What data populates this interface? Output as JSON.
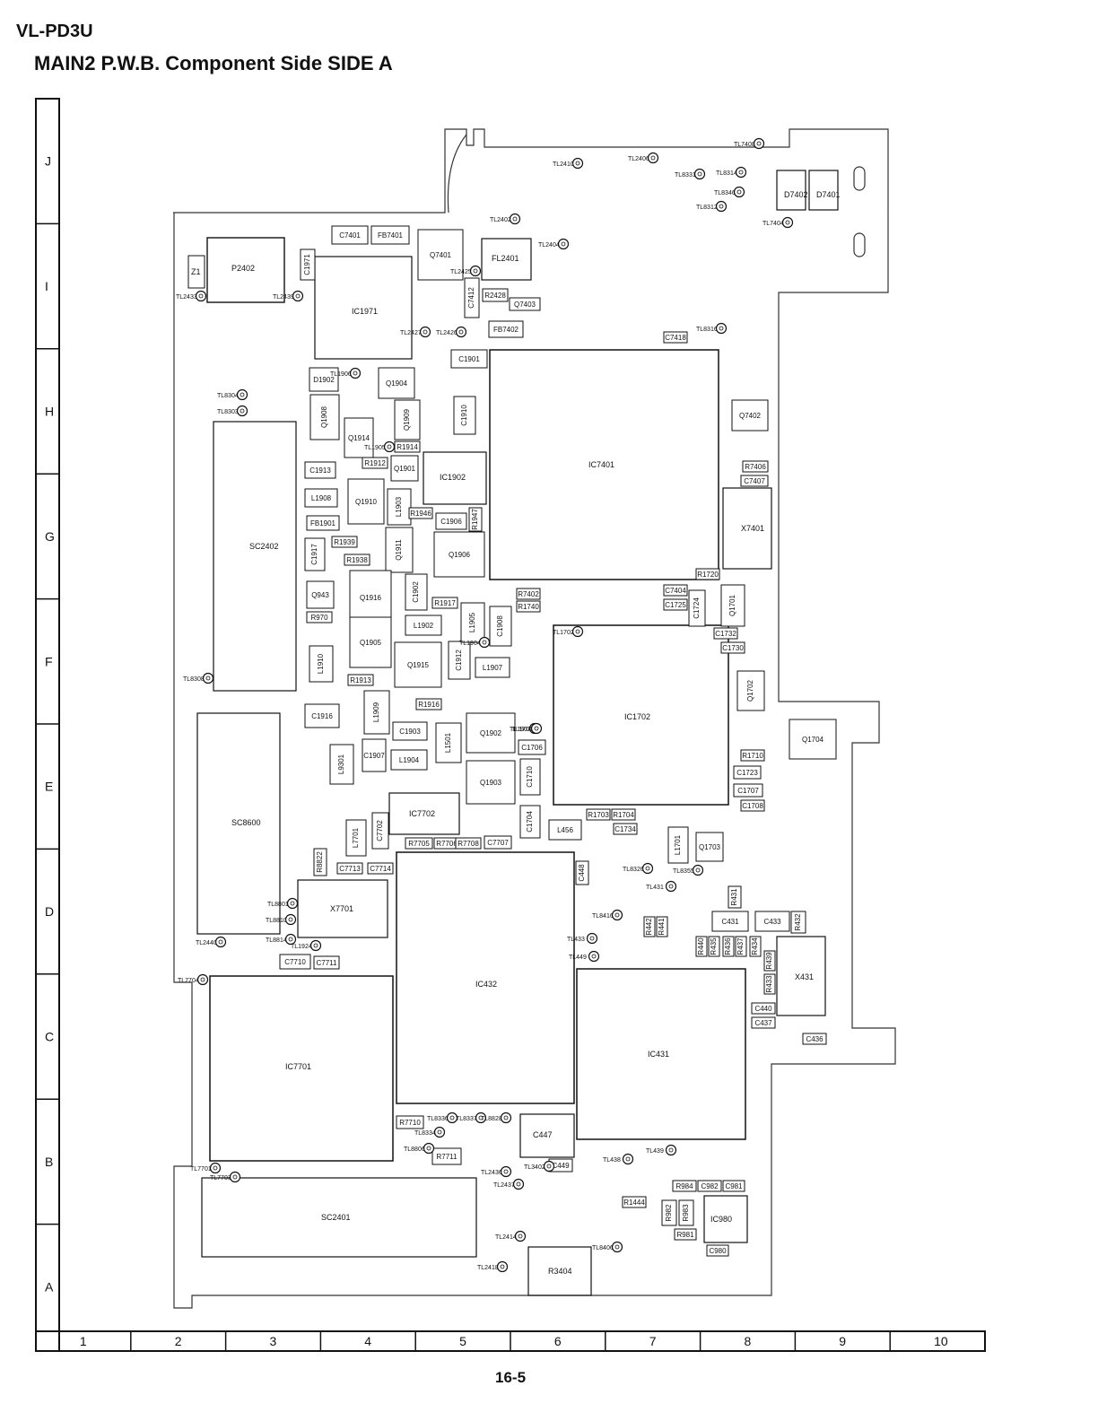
{
  "header": {
    "model": "VL-PD3U",
    "subtitle": "MAIN2 P.W.B.   Component Side SIDE A"
  },
  "grid": {
    "rows": [
      "J",
      "I",
      "H",
      "G",
      "F",
      "E",
      "D",
      "C",
      "B",
      "A"
    ],
    "columns": [
      "1",
      "2",
      "3",
      "4",
      "5",
      "6",
      "7",
      "8",
      "9",
      "10"
    ]
  },
  "footer": {
    "page": "16-5"
  },
  "components": {
    "ic7401": "IC7401",
    "ic1702": "IC1702",
    "ic432": "IC432",
    "ic431": "IC431",
    "ic7701": "IC7701",
    "ic1971": "IC1971",
    "ic7702": "IC7702",
    "ic1902": "IC1902",
    "ic980": "IC980",
    "sc2402": "SC2402",
    "sc8600": "SC8600",
    "sc2401": "SC2401",
    "x7701": "X7701",
    "x7401": "X7401",
    "x431": "X431",
    "p2402": "P2402",
    "z1": "Z1",
    "fl2401": "FL2401",
    "q7401": "Q7401",
    "q7402": "Q7402",
    "q1704": "Q1704",
    "q1702": "Q1702",
    "q1701": "Q1701",
    "q1703": "Q1703",
    "q1902": "Q1902",
    "q1903": "Q1903",
    "q1906": "Q1906",
    "q1904": "Q1904",
    "q1901": "Q1901",
    "q1908": "Q1908",
    "q1909": "Q1909",
    "q1910": "Q1910",
    "q1911": "Q1911",
    "q1914": "Q1914",
    "q1915": "Q1915",
    "q1916": "Q1916",
    "q1905": "Q1905",
    "q943": "Q943",
    "q7403": "Q7403",
    "c7401": "C7401",
    "fb7401": "FB7401",
    "fb7402": "FB7402",
    "fb1901": "FB1901",
    "c1901": "C1901",
    "c1906": "C1906",
    "c1913": "C1913",
    "c1916": "C1916",
    "c1903": "C1903",
    "c1907": "C1907",
    "c1910": "C1910",
    "c1908": "C1908",
    "c1902": "C1902",
    "c1912": "C1912",
    "c1917": "C1917",
    "c1971": "C1971",
    "c431": "C431",
    "c433": "C433",
    "c447": "C447",
    "c449": "C449",
    "c436": "C436",
    "c440": "C440",
    "c437": "C437",
    "c448": "C448",
    "c7710": "C7710",
    "c7711": "C7711",
    "c7713": "C7713",
    "c7714": "C7714",
    "c7702": "C7702",
    "c7707": "C7707",
    "c7412": "C7412",
    "c1704": "C1704",
    "c1706": "C1706",
    "c1707": "C1707",
    "c1708": "C1708",
    "c1710": "C1710",
    "c1723": "C1723",
    "c1724": "C1724",
    "c1725": "C1725",
    "c1730": "C1730",
    "c1732": "C1732",
    "c1734": "C1734",
    "c7404": "C7404",
    "c7418": "C7418",
    "c7407": "C7407",
    "c980": "C980",
    "c981": "C981",
    "c982": "C982",
    "l1902": "L1902",
    "l1903": "L1903",
    "l1904": "L1904",
    "l1905": "L1905",
    "l1907": "L1907",
    "l1908": "L1908",
    "l1909": "L1909",
    "l1910": "L1910",
    "l1501": "L1501",
    "l9301": "L9301",
    "l7701": "L7701",
    "l1701": "L1701",
    "l456": "L456",
    "d1902": "D1902",
    "d7402": "D7402",
    "d7401": "D7401",
    "r3404": "R3404",
    "r7710": "R7710",
    "r7711": "R7711",
    "r1912": "R1912",
    "r1913": "R1913",
    "r1914": "R1914",
    "r1917": "R1917",
    "r1916": "R1916",
    "r1938": "R1938",
    "r1939": "R1939",
    "r1946": "R1946",
    "r1947": "R1947",
    "r970": "R970",
    "r8822": "R8822",
    "r1720": "R1720",
    "r1740": "R1740",
    "r7402": "R7402",
    "r7406": "R7406",
    "r7705": "R7705",
    "r7706": "R7706",
    "r7708": "R7708",
    "r2428": "R2428",
    "r984": "R984",
    "r981": "R981",
    "r982": "R982",
    "r983": "R983",
    "r431": "R431",
    "r432": "R432",
    "r433": "R433",
    "r439": "R439",
    "r440": "R440",
    "r435": "R435",
    "r436": "R436",
    "r437": "R437",
    "r434": "R434",
    "r441": "R441",
    "r442": "R442",
    "r1444": "R1444",
    "r1703": "R1703",
    "r1704": "R1704",
    "r1710": "R1710"
  },
  "testpoints": {
    "tl7408": "TL7408",
    "tl2410": "TL2410",
    "tl2402": "TL2402",
    "tl2406": "TL2406",
    "tl2404": "TL2404",
    "tl2425": "TL2425",
    "tl2427": "TL2427",
    "tl2426": "TL2426",
    "tl2433": "TL2433",
    "tl2439": "TL2439",
    "tl8304": "TL8304",
    "tl8303": "TL8303",
    "tl1906": "TL1906",
    "tl1905": "TL1905",
    "tl1904": "TL1904",
    "tl1907": "TL1907",
    "tl8308": "TL8308",
    "tl8801": "TL8801",
    "tl8810": "TL8810",
    "tl8814": "TL8814",
    "tl2440": "TL2440",
    "tl1924": "TL1924",
    "tl7704": "TL7704",
    "tl7701": "TL7701",
    "tl7703": "TL7703",
    "tl2436": "TL2436",
    "tl2437": "TL2437",
    "tl2414": "TL2414",
    "tl2418": "TL2418",
    "tl8326": "TL8326",
    "tl8355": "TL8355",
    "tl431": "TL431",
    "tl438": "TL438",
    "tl439": "TL439",
    "tl433": "TL433",
    "tl449": "TL449",
    "tl8416": "TL8416",
    "tl3402": "TL3402",
    "tl8406": "TL8406",
    "tl1701": "TL1701",
    "tl1702": "TL1702",
    "tl8336": "TL8336",
    "tl8337": "TL8337",
    "tl8828": "TL8828",
    "tl8334": "TL8334",
    "tl8806": "TL8806",
    "tl8316": "TL8316",
    "tl7404": "TL7404",
    "tl8331": "TL8331",
    "tl8314": "TL8314",
    "tl8346": "TL8346",
    "tl8312": "TL8312"
  }
}
